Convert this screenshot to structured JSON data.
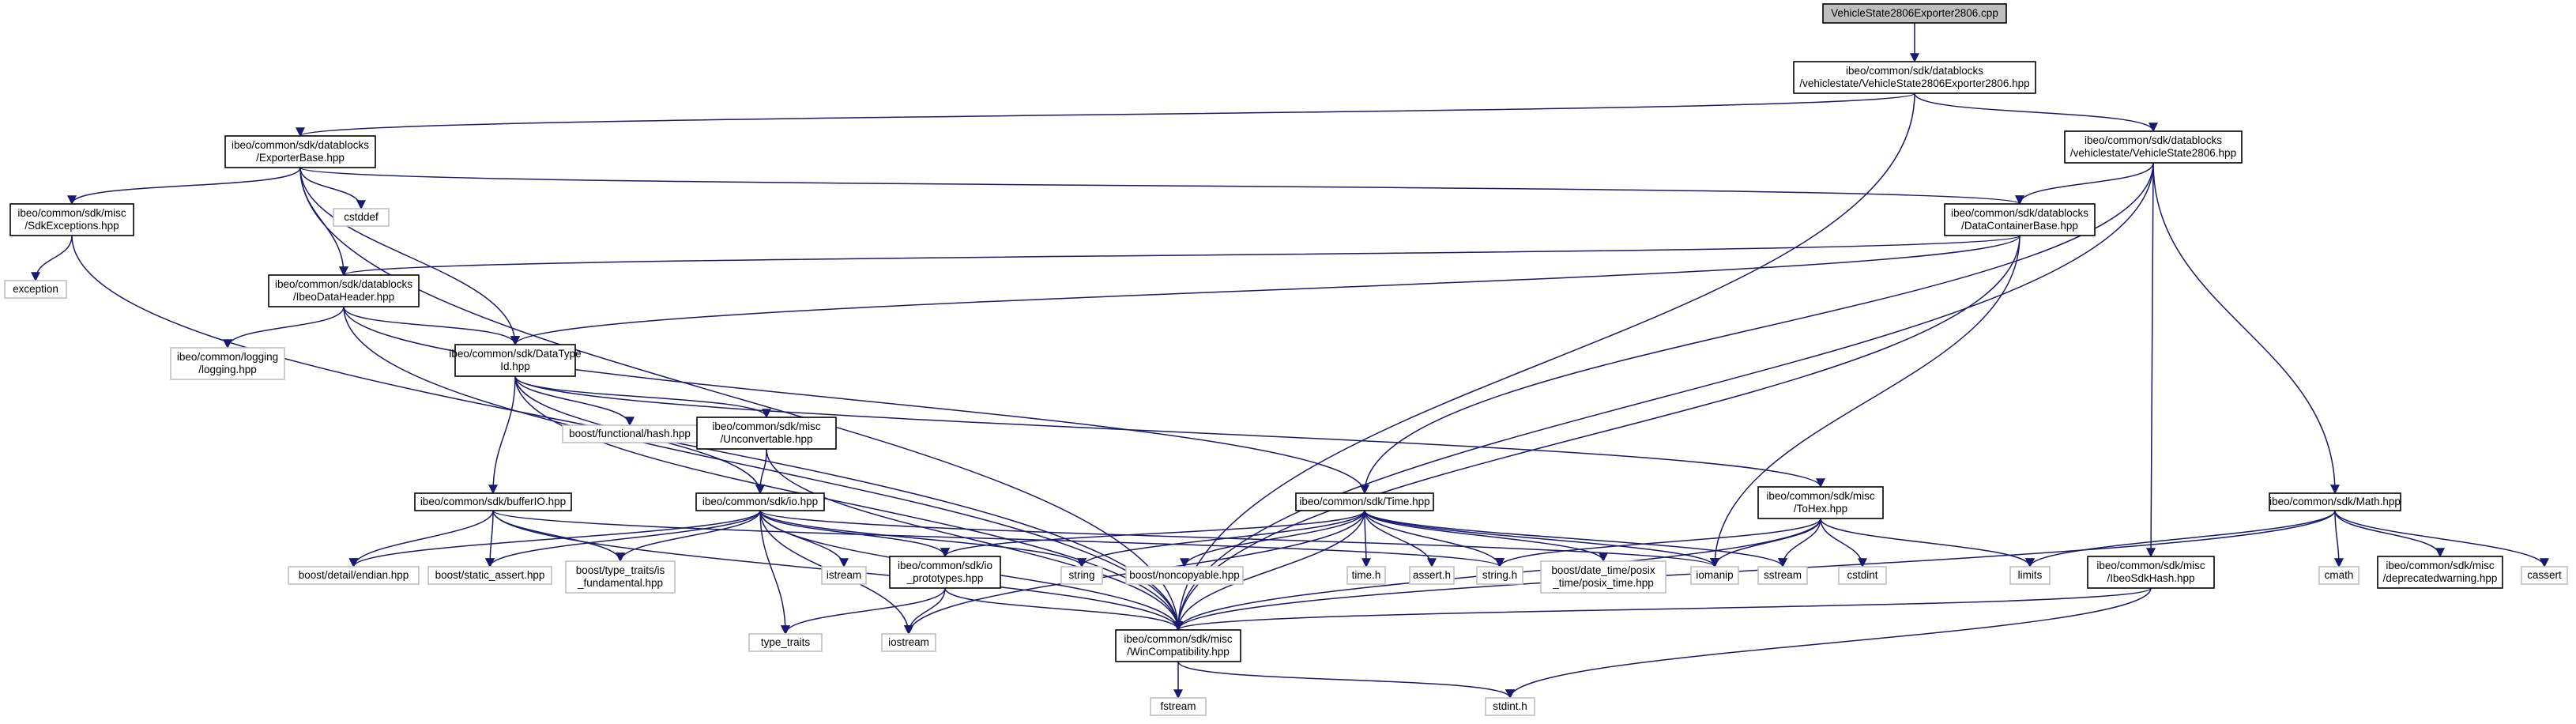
{
  "colors": {
    "edge": "#191970",
    "root_fill": "#bfbfbf",
    "node_fill": "#ffffff",
    "node_border": "#000000",
    "ext_border": "#bfbfbf",
    "text": "#000000",
    "ext_text": "#000000"
  },
  "nodes": [
    {
      "id": "root",
      "lines": [
        "VehicleState2806Exporter2806.cpp"
      ],
      "kind": "root"
    },
    {
      "id": "vs_exp",
      "lines": [
        "ibeo/common/sdk/datablocks",
        "/vehiclestate/VehicleState2806Exporter2806.hpp"
      ],
      "kind": "node"
    },
    {
      "id": "expbase",
      "lines": [
        "ibeo/common/sdk/datablocks",
        "/ExporterBase.hpp"
      ],
      "kind": "node"
    },
    {
      "id": "vs",
      "lines": [
        "ibeo/common/sdk/datablocks",
        "/vehiclestate/VehicleState2806.hpp"
      ],
      "kind": "node"
    },
    {
      "id": "sdkexc",
      "lines": [
        "ibeo/common/sdk/misc",
        "/SdkExceptions.hpp"
      ],
      "kind": "node"
    },
    {
      "id": "cstddef",
      "lines": [
        "cstddef"
      ],
      "kind": "ext"
    },
    {
      "id": "dcb",
      "lines": [
        "ibeo/common/sdk/datablocks",
        "/DataContainerBase.hpp"
      ],
      "kind": "node"
    },
    {
      "id": "exception",
      "lines": [
        "exception"
      ],
      "kind": "ext"
    },
    {
      "id": "idh",
      "lines": [
        "ibeo/common/sdk/datablocks",
        "/IbeoDataHeader.hpp"
      ],
      "kind": "node"
    },
    {
      "id": "logging",
      "lines": [
        "ibeo/common/logging",
        "/logging.hpp"
      ],
      "kind": "ext"
    },
    {
      "id": "dti",
      "lines": [
        "ibeo/common/sdk/DataType",
        "Id.hpp"
      ],
      "kind": "node"
    },
    {
      "id": "bfhash",
      "lines": [
        "boost/functional/hash.hpp"
      ],
      "kind": "ext"
    },
    {
      "id": "unconv",
      "lines": [
        "ibeo/common/sdk/misc",
        "/Unconvertable.hpp"
      ],
      "kind": "node"
    },
    {
      "id": "bufio",
      "lines": [
        "ibeo/common/sdk/bufferIO.hpp"
      ],
      "kind": "node"
    },
    {
      "id": "io",
      "lines": [
        "ibeo/common/sdk/io.hpp"
      ],
      "kind": "node"
    },
    {
      "id": "time",
      "lines": [
        "ibeo/common/sdk/Time.hpp"
      ],
      "kind": "node"
    },
    {
      "id": "tohex",
      "lines": [
        "ibeo/common/sdk/misc",
        "/ToHex.hpp"
      ],
      "kind": "node"
    },
    {
      "id": "math",
      "lines": [
        "ibeo/common/sdk/Math.hpp"
      ],
      "kind": "node"
    },
    {
      "id": "endian",
      "lines": [
        "boost/detail/endian.hpp"
      ],
      "kind": "ext"
    },
    {
      "id": "sassert",
      "lines": [
        "boost/static_assert.hpp"
      ],
      "kind": "ext"
    },
    {
      "id": "isfund",
      "lines": [
        "boost/type_traits/is",
        "_fundamental.hpp"
      ],
      "kind": "ext"
    },
    {
      "id": "istream",
      "lines": [
        "istream"
      ],
      "kind": "ext"
    },
    {
      "id": "ioproto",
      "lines": [
        "ibeo/common/sdk/io",
        "_prototypes.hpp"
      ],
      "kind": "node"
    },
    {
      "id": "string",
      "lines": [
        "string"
      ],
      "kind": "ext"
    },
    {
      "id": "noncopy",
      "lines": [
        "boost/noncopyable.hpp"
      ],
      "kind": "ext"
    },
    {
      "id": "timeh",
      "lines": [
        "time.h"
      ],
      "kind": "ext"
    },
    {
      "id": "asserth",
      "lines": [
        "assert.h"
      ],
      "kind": "ext"
    },
    {
      "id": "stringh",
      "lines": [
        "string.h"
      ],
      "kind": "ext"
    },
    {
      "id": "posix",
      "lines": [
        "boost/date_time/posix",
        "_time/posix_time.hpp"
      ],
      "kind": "ext"
    },
    {
      "id": "iomanip",
      "lines": [
        "iomanip"
      ],
      "kind": "ext"
    },
    {
      "id": "sstream",
      "lines": [
        "sstream"
      ],
      "kind": "ext"
    },
    {
      "id": "cstdint",
      "lines": [
        "cstdint"
      ],
      "kind": "ext"
    },
    {
      "id": "limits",
      "lines": [
        "limits"
      ],
      "kind": "ext"
    },
    {
      "id": "sdkhash",
      "lines": [
        "ibeo/common/sdk/misc",
        "/IbeoSdkHash.hpp"
      ],
      "kind": "node"
    },
    {
      "id": "cmath",
      "lines": [
        "cmath"
      ],
      "kind": "ext"
    },
    {
      "id": "deprec",
      "lines": [
        "ibeo/common/sdk/misc",
        "/deprecatedwarning.hpp"
      ],
      "kind": "node"
    },
    {
      "id": "cassert",
      "lines": [
        "cassert"
      ],
      "kind": "ext"
    },
    {
      "id": "typetraits",
      "lines": [
        "type_traits"
      ],
      "kind": "ext"
    },
    {
      "id": "iostream",
      "lines": [
        "iostream"
      ],
      "kind": "ext"
    },
    {
      "id": "wincompat",
      "lines": [
        "ibeo/common/sdk/misc",
        "/WinCompatibility.hpp"
      ],
      "kind": "node"
    },
    {
      "id": "fstream",
      "lines": [
        "fstream"
      ],
      "kind": "ext"
    },
    {
      "id": "stdinth",
      "lines": [
        "stdint.h"
      ],
      "kind": "ext"
    }
  ],
  "edges": [
    [
      "root",
      "vs_exp"
    ],
    [
      "vs_exp",
      "expbase"
    ],
    [
      "vs_exp",
      "vs"
    ],
    [
      "vs_exp",
      "wincompat"
    ],
    [
      "expbase",
      "sdkexc"
    ],
    [
      "expbase",
      "cstddef"
    ],
    [
      "expbase",
      "dcb"
    ],
    [
      "expbase",
      "idh"
    ],
    [
      "expbase",
      "dti"
    ],
    [
      "expbase",
      "wincompat"
    ],
    [
      "vs",
      "dcb"
    ],
    [
      "vs",
      "time"
    ],
    [
      "vs",
      "sdkhash"
    ],
    [
      "vs",
      "math"
    ],
    [
      "vs",
      "wincompat"
    ],
    [
      "sdkexc",
      "exception"
    ],
    [
      "sdkexc",
      "wincompat"
    ],
    [
      "dcb",
      "idh"
    ],
    [
      "dcb",
      "dti"
    ],
    [
      "dcb",
      "iomanip"
    ],
    [
      "dcb",
      "wincompat"
    ],
    [
      "idh",
      "logging"
    ],
    [
      "idh",
      "dti"
    ],
    [
      "idh",
      "time"
    ],
    [
      "idh",
      "wincompat"
    ],
    [
      "dti",
      "bfhash"
    ],
    [
      "dti",
      "unconv"
    ],
    [
      "dti",
      "bufio"
    ],
    [
      "dti",
      "io"
    ],
    [
      "dti",
      "tohex"
    ],
    [
      "dti",
      "wincompat"
    ],
    [
      "unconv",
      "io"
    ],
    [
      "unconv",
      "wincompat"
    ],
    [
      "bufio",
      "endian"
    ],
    [
      "bufio",
      "sassert"
    ],
    [
      "bufio",
      "isfund"
    ],
    [
      "bufio",
      "stringh"
    ],
    [
      "bufio",
      "wincompat"
    ],
    [
      "io",
      "endian"
    ],
    [
      "io",
      "sassert"
    ],
    [
      "io",
      "isfund"
    ],
    [
      "io",
      "istream"
    ],
    [
      "io",
      "ioproto"
    ],
    [
      "io",
      "string"
    ],
    [
      "io",
      "typetraits"
    ],
    [
      "io",
      "iostream"
    ],
    [
      "io",
      "iomanip"
    ],
    [
      "io",
      "wincompat"
    ],
    [
      "time",
      "ioproto"
    ],
    [
      "time",
      "string"
    ],
    [
      "time",
      "noncopy"
    ],
    [
      "time",
      "timeh"
    ],
    [
      "time",
      "asserth"
    ],
    [
      "time",
      "stringh"
    ],
    [
      "time",
      "posix"
    ],
    [
      "time",
      "iomanip"
    ],
    [
      "time",
      "sstream"
    ],
    [
      "time",
      "iostream"
    ],
    [
      "time",
      "wincompat"
    ],
    [
      "tohex",
      "stringh"
    ],
    [
      "tohex",
      "iomanip"
    ],
    [
      "tohex",
      "sstream"
    ],
    [
      "tohex",
      "cstdint"
    ],
    [
      "tohex",
      "limits"
    ],
    [
      "tohex",
      "wincompat"
    ],
    [
      "math",
      "limits"
    ],
    [
      "math",
      "cmath"
    ],
    [
      "math",
      "deprec"
    ],
    [
      "math",
      "cassert"
    ],
    [
      "math",
      "wincompat"
    ],
    [
      "sdkhash",
      "wincompat"
    ],
    [
      "sdkhash",
      "stdinth"
    ],
    [
      "ioproto",
      "typetraits"
    ],
    [
      "ioproto",
      "iostream"
    ],
    [
      "ioproto",
      "wincompat"
    ],
    [
      "wincompat",
      "fstream"
    ],
    [
      "wincompat",
      "stdinth"
    ]
  ]
}
